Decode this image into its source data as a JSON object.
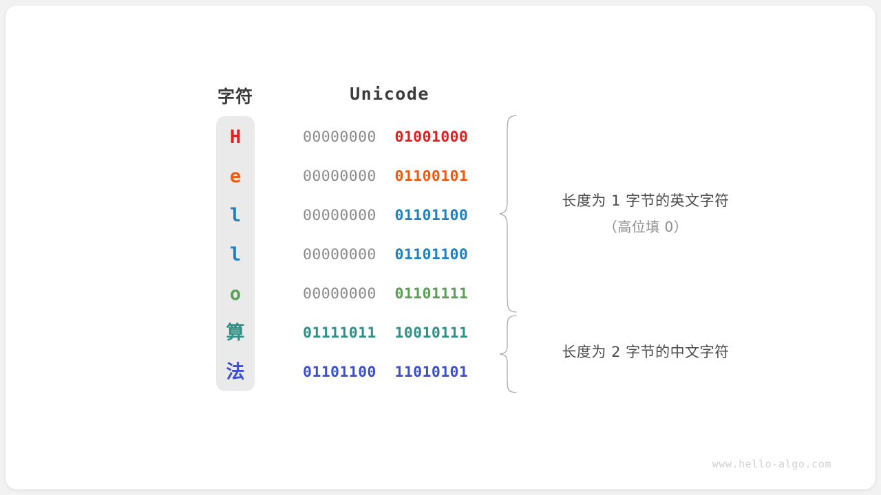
{
  "page": {
    "background_color": "#f2f2f2",
    "card_color": "#ffffff",
    "watermark": "www.hello-algo.com"
  },
  "headers": {
    "character": "字符",
    "encoding": "Unicode"
  },
  "palette": {
    "high_byte_gray": "#8a8a8a",
    "column_bg": "#eaeaea",
    "annotation": "#4a4a4a",
    "annotation_sub": "#8d8d8d",
    "watermark": "#d2d2d2"
  },
  "rows": [
    {
      "char": "H",
      "high": "00000000",
      "low": "01001000",
      "color": "#e02020",
      "high_bold": false,
      "cjk": false
    },
    {
      "char": "e",
      "high": "00000000",
      "low": "01100101",
      "color": "#ec5a13",
      "high_bold": false,
      "cjk": false
    },
    {
      "char": "l",
      "high": "00000000",
      "low": "01101100",
      "color": "#2080c0",
      "high_bold": false,
      "cjk": false
    },
    {
      "char": "l",
      "high": "00000000",
      "low": "01101100",
      "color": "#2080c0",
      "high_bold": false,
      "cjk": false
    },
    {
      "char": "o",
      "high": "00000000",
      "low": "01101111",
      "color": "#5aa054",
      "high_bold": false,
      "cjk": false
    },
    {
      "char": "算",
      "high": "01111011",
      "low": "10010111",
      "color": "#2e9187",
      "high_bold": true,
      "cjk": true
    },
    {
      "char": "法",
      "high": "01101100",
      "low": "11010101",
      "color": "#3b4fd0",
      "high_bold": true,
      "cjk": true
    }
  ],
  "annotations": [
    {
      "main": "长度为 1 字节的英文字符",
      "sub": "（高位填 0）",
      "covers_rows": [
        0,
        1,
        2,
        3,
        4
      ]
    },
    {
      "main": "长度为 2 字节的中文字符",
      "sub": "",
      "covers_rows": [
        5,
        6
      ]
    }
  ]
}
